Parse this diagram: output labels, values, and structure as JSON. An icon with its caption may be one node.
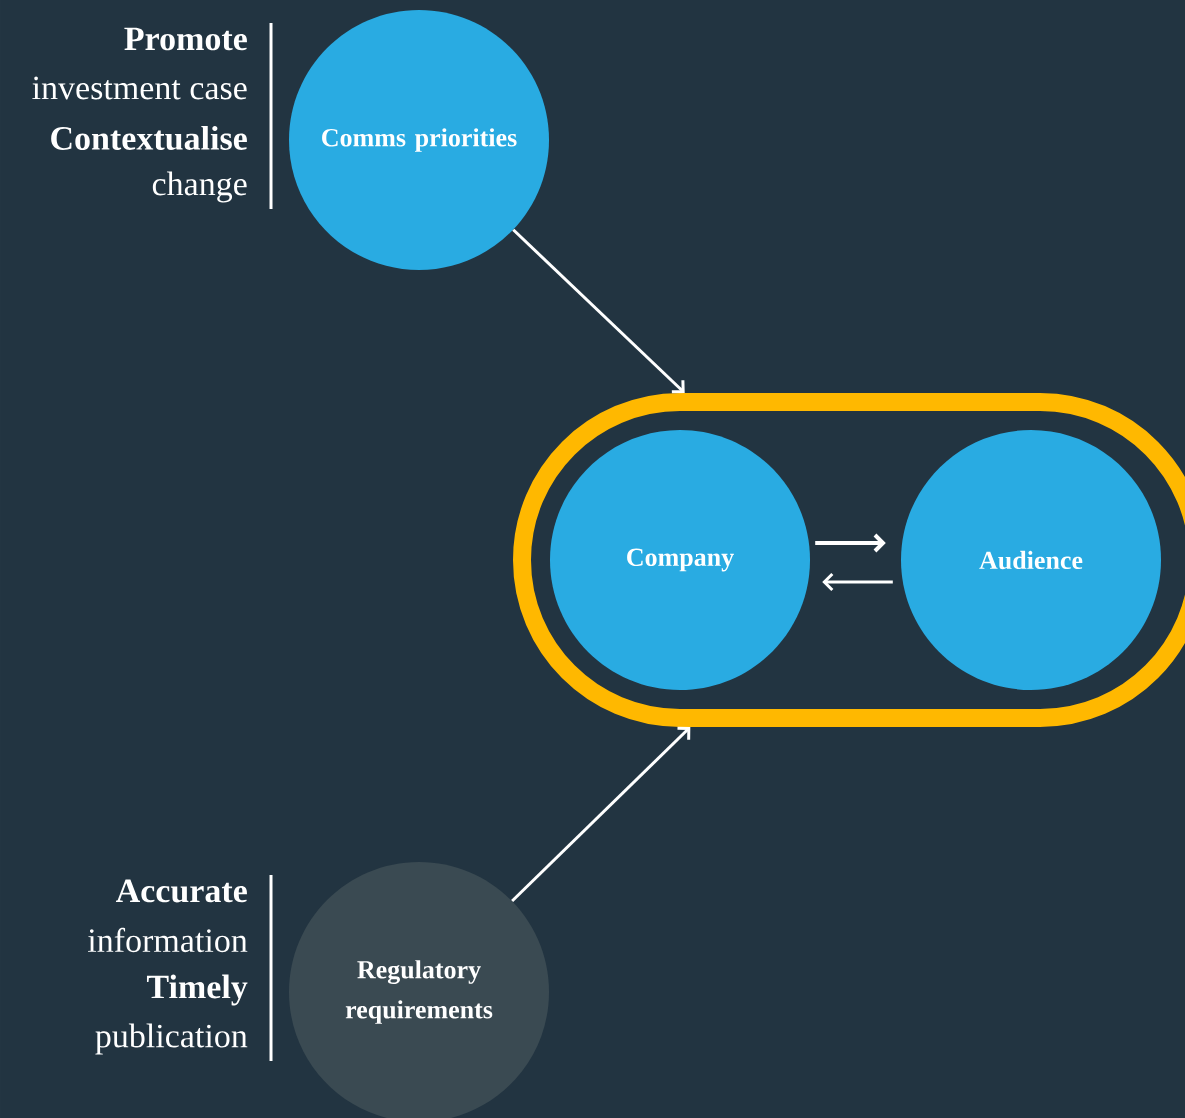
{
  "diagram": {
    "nodes": [
      {
        "text": [
          "Comms priorities"
        ],
        "beside": [
          "Promote",
          "investment case",
          "Contextualise",
          "change"
        ]
      },
      {
        "text": [],
        "shape": "box"
      },
      {
        "text": [
          "Company"
        ],
        "in": 1
      },
      {
        "text": [
          "Audience"
        ],
        "in": 1
      },
      {
        "text": [
          "Regulatory requirements"
        ],
        "beside": [
          "Accurate",
          "information",
          "Timely",
          "publication"
        ]
      }
    ],
    "edges": [
      {
        "from": 0,
        "to": 1,
        "arrow": "to"
      },
      {
        "from": 2,
        "to": 3,
        "arrow": "to"
      },
      {
        "from": 3,
        "to": 2,
        "arrow": "to"
      },
      {
        "from": 4,
        "to": 1,
        "arrow": "to"
      }
    ]
  }
}
